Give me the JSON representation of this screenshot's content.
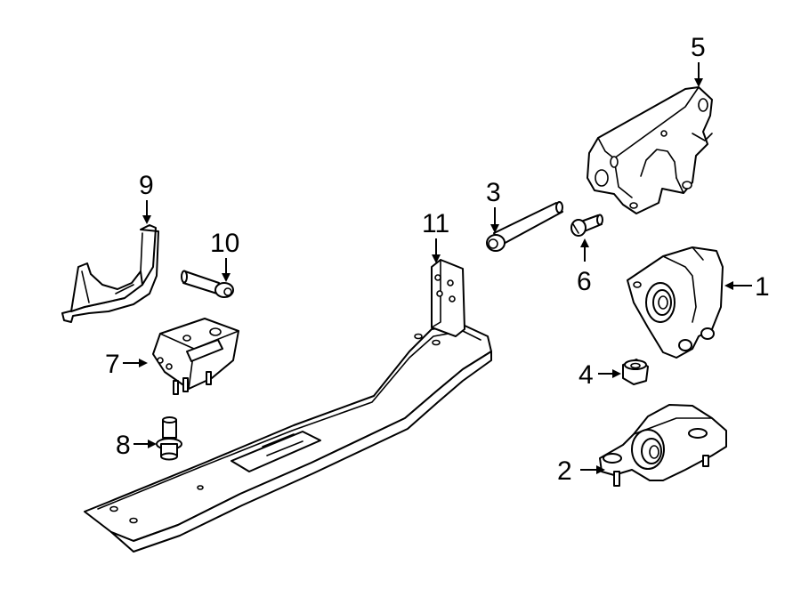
{
  "callouts": [
    {
      "id": "1",
      "label": "1",
      "part": "engine-mount"
    },
    {
      "id": "2",
      "label": "2",
      "part": "transmission-mount"
    },
    {
      "id": "3",
      "label": "3",
      "part": "through-bolt"
    },
    {
      "id": "4",
      "label": "4",
      "part": "nut"
    },
    {
      "id": "5",
      "label": "5",
      "part": "mount-bracket"
    },
    {
      "id": "6",
      "label": "6",
      "part": "small-bolt"
    },
    {
      "id": "7",
      "label": "7",
      "part": "support-bracket"
    },
    {
      "id": "8",
      "label": "8",
      "part": "flange-bolt"
    },
    {
      "id": "9",
      "label": "9",
      "part": "heat-shield"
    },
    {
      "id": "10",
      "label": "10",
      "part": "stud-bolt"
    },
    {
      "id": "11",
      "label": "11",
      "part": "crossmember"
    }
  ]
}
